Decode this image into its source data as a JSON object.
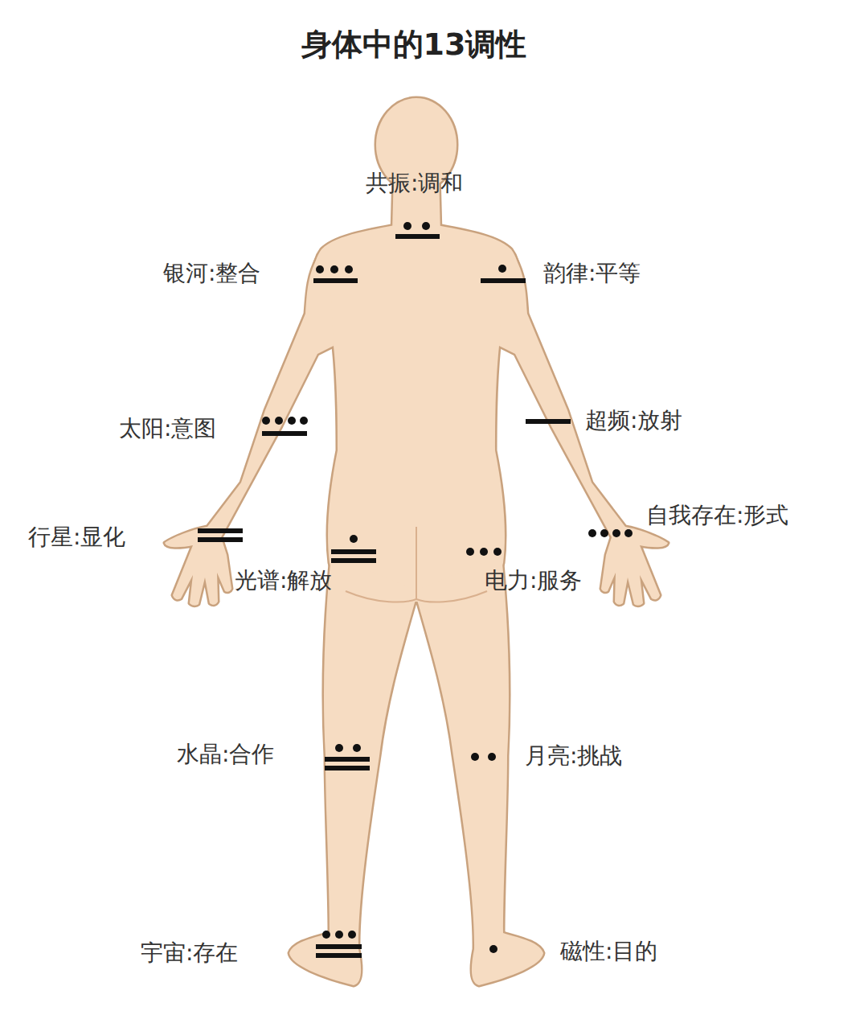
{
  "diagram": {
    "title": "身体中的13调性",
    "labels": [
      "共振:调和",
      "银河:整合",
      "韵律:平等",
      "太阳:意图",
      "超频:放射",
      "自我存在:形式",
      "行星:显化",
      "光谱:解放",
      "电力:服务",
      "水晶:合作",
      "月亮:挑战",
      "宇宙:存在",
      "磁性:目的"
    ]
  }
}
